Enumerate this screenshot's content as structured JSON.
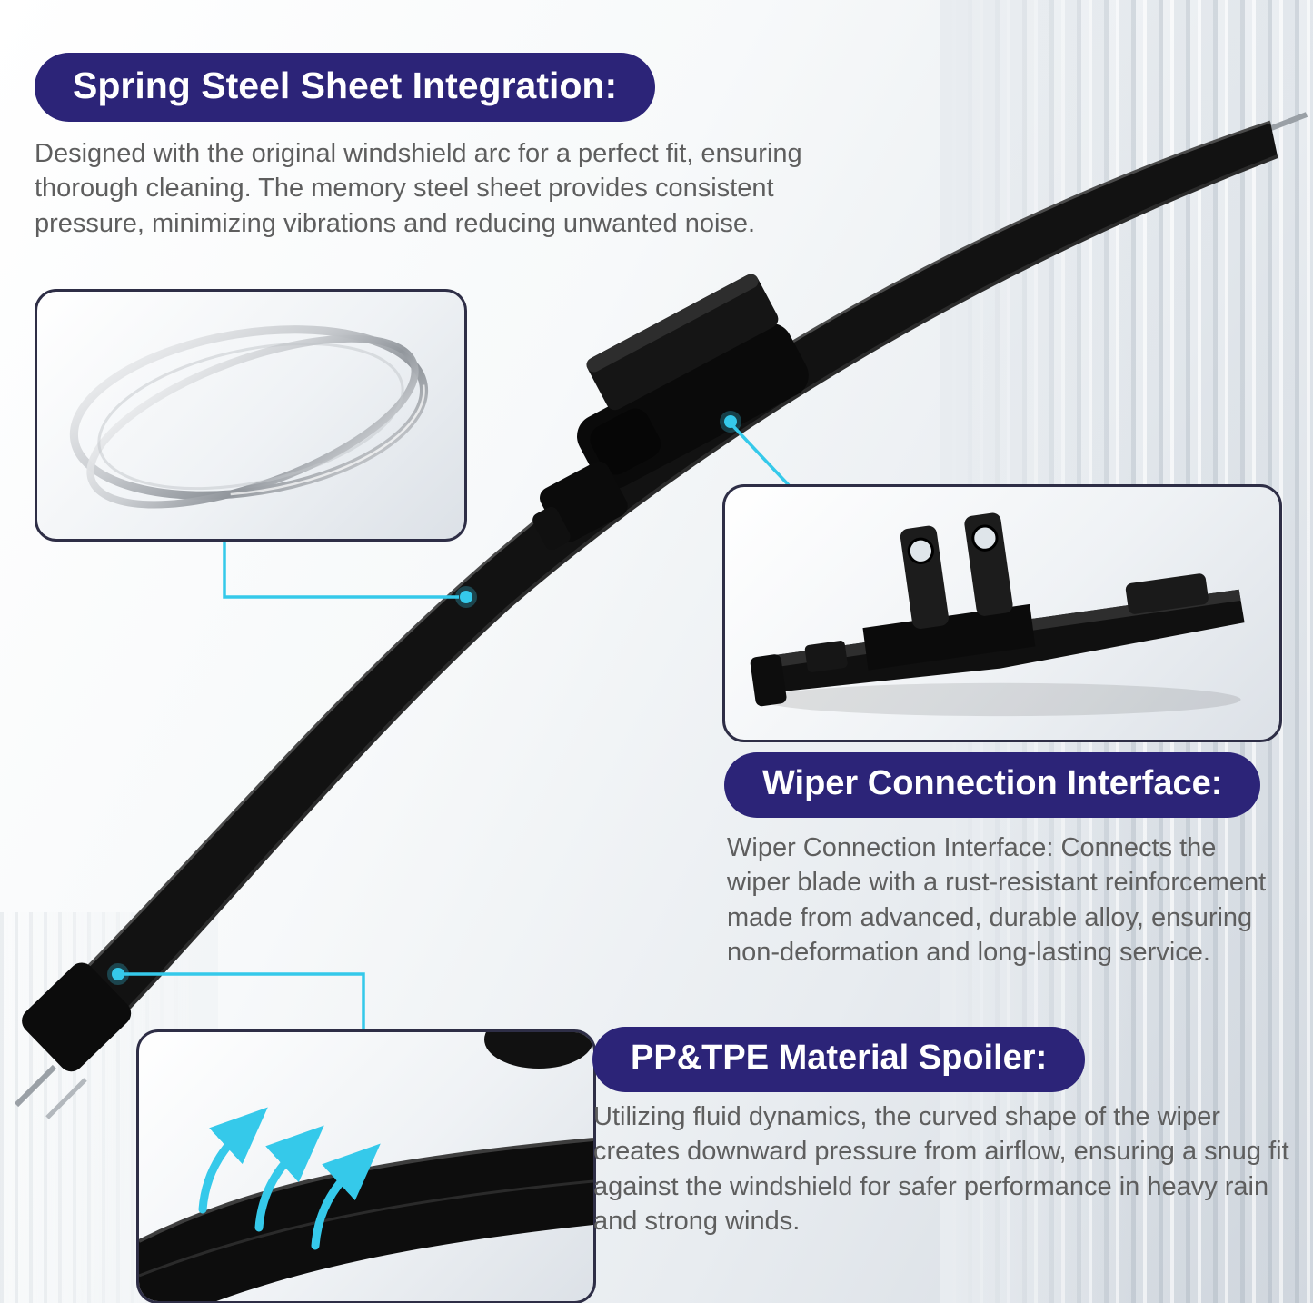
{
  "colors": {
    "banner_navy": "#2c2478",
    "accent_cyan": "#35c9ea",
    "body_text_gray": "#5e5e5e",
    "blade_black": "#121212"
  },
  "sections": {
    "steel": {
      "title": "Spring Steel Sheet Integration:",
      "body": "Designed with the original windshield arc for a perfect fit, ensuring thorough cleaning. The memory steel sheet provides consistent pressure, minimizing vibrations and reducing unwanted noise."
    },
    "interface": {
      "title": "Wiper Connection Interface:",
      "body": "Wiper Connection Interface: Connects the wiper blade with a rust-resistant reinforcement made from advanced, durable alloy, ensuring non-deformation and long-lasting service."
    },
    "spoiler": {
      "title": "PP&TPE Material Spoiler:",
      "body": "Utilizing fluid dynamics, the curved shape of the wiper creates downward pressure from airflow, ensuring a snug fit against the windshield for safer performance in heavy rain and strong winds."
    }
  },
  "icons": {
    "airflow_arrows": "↗↗↗"
  }
}
